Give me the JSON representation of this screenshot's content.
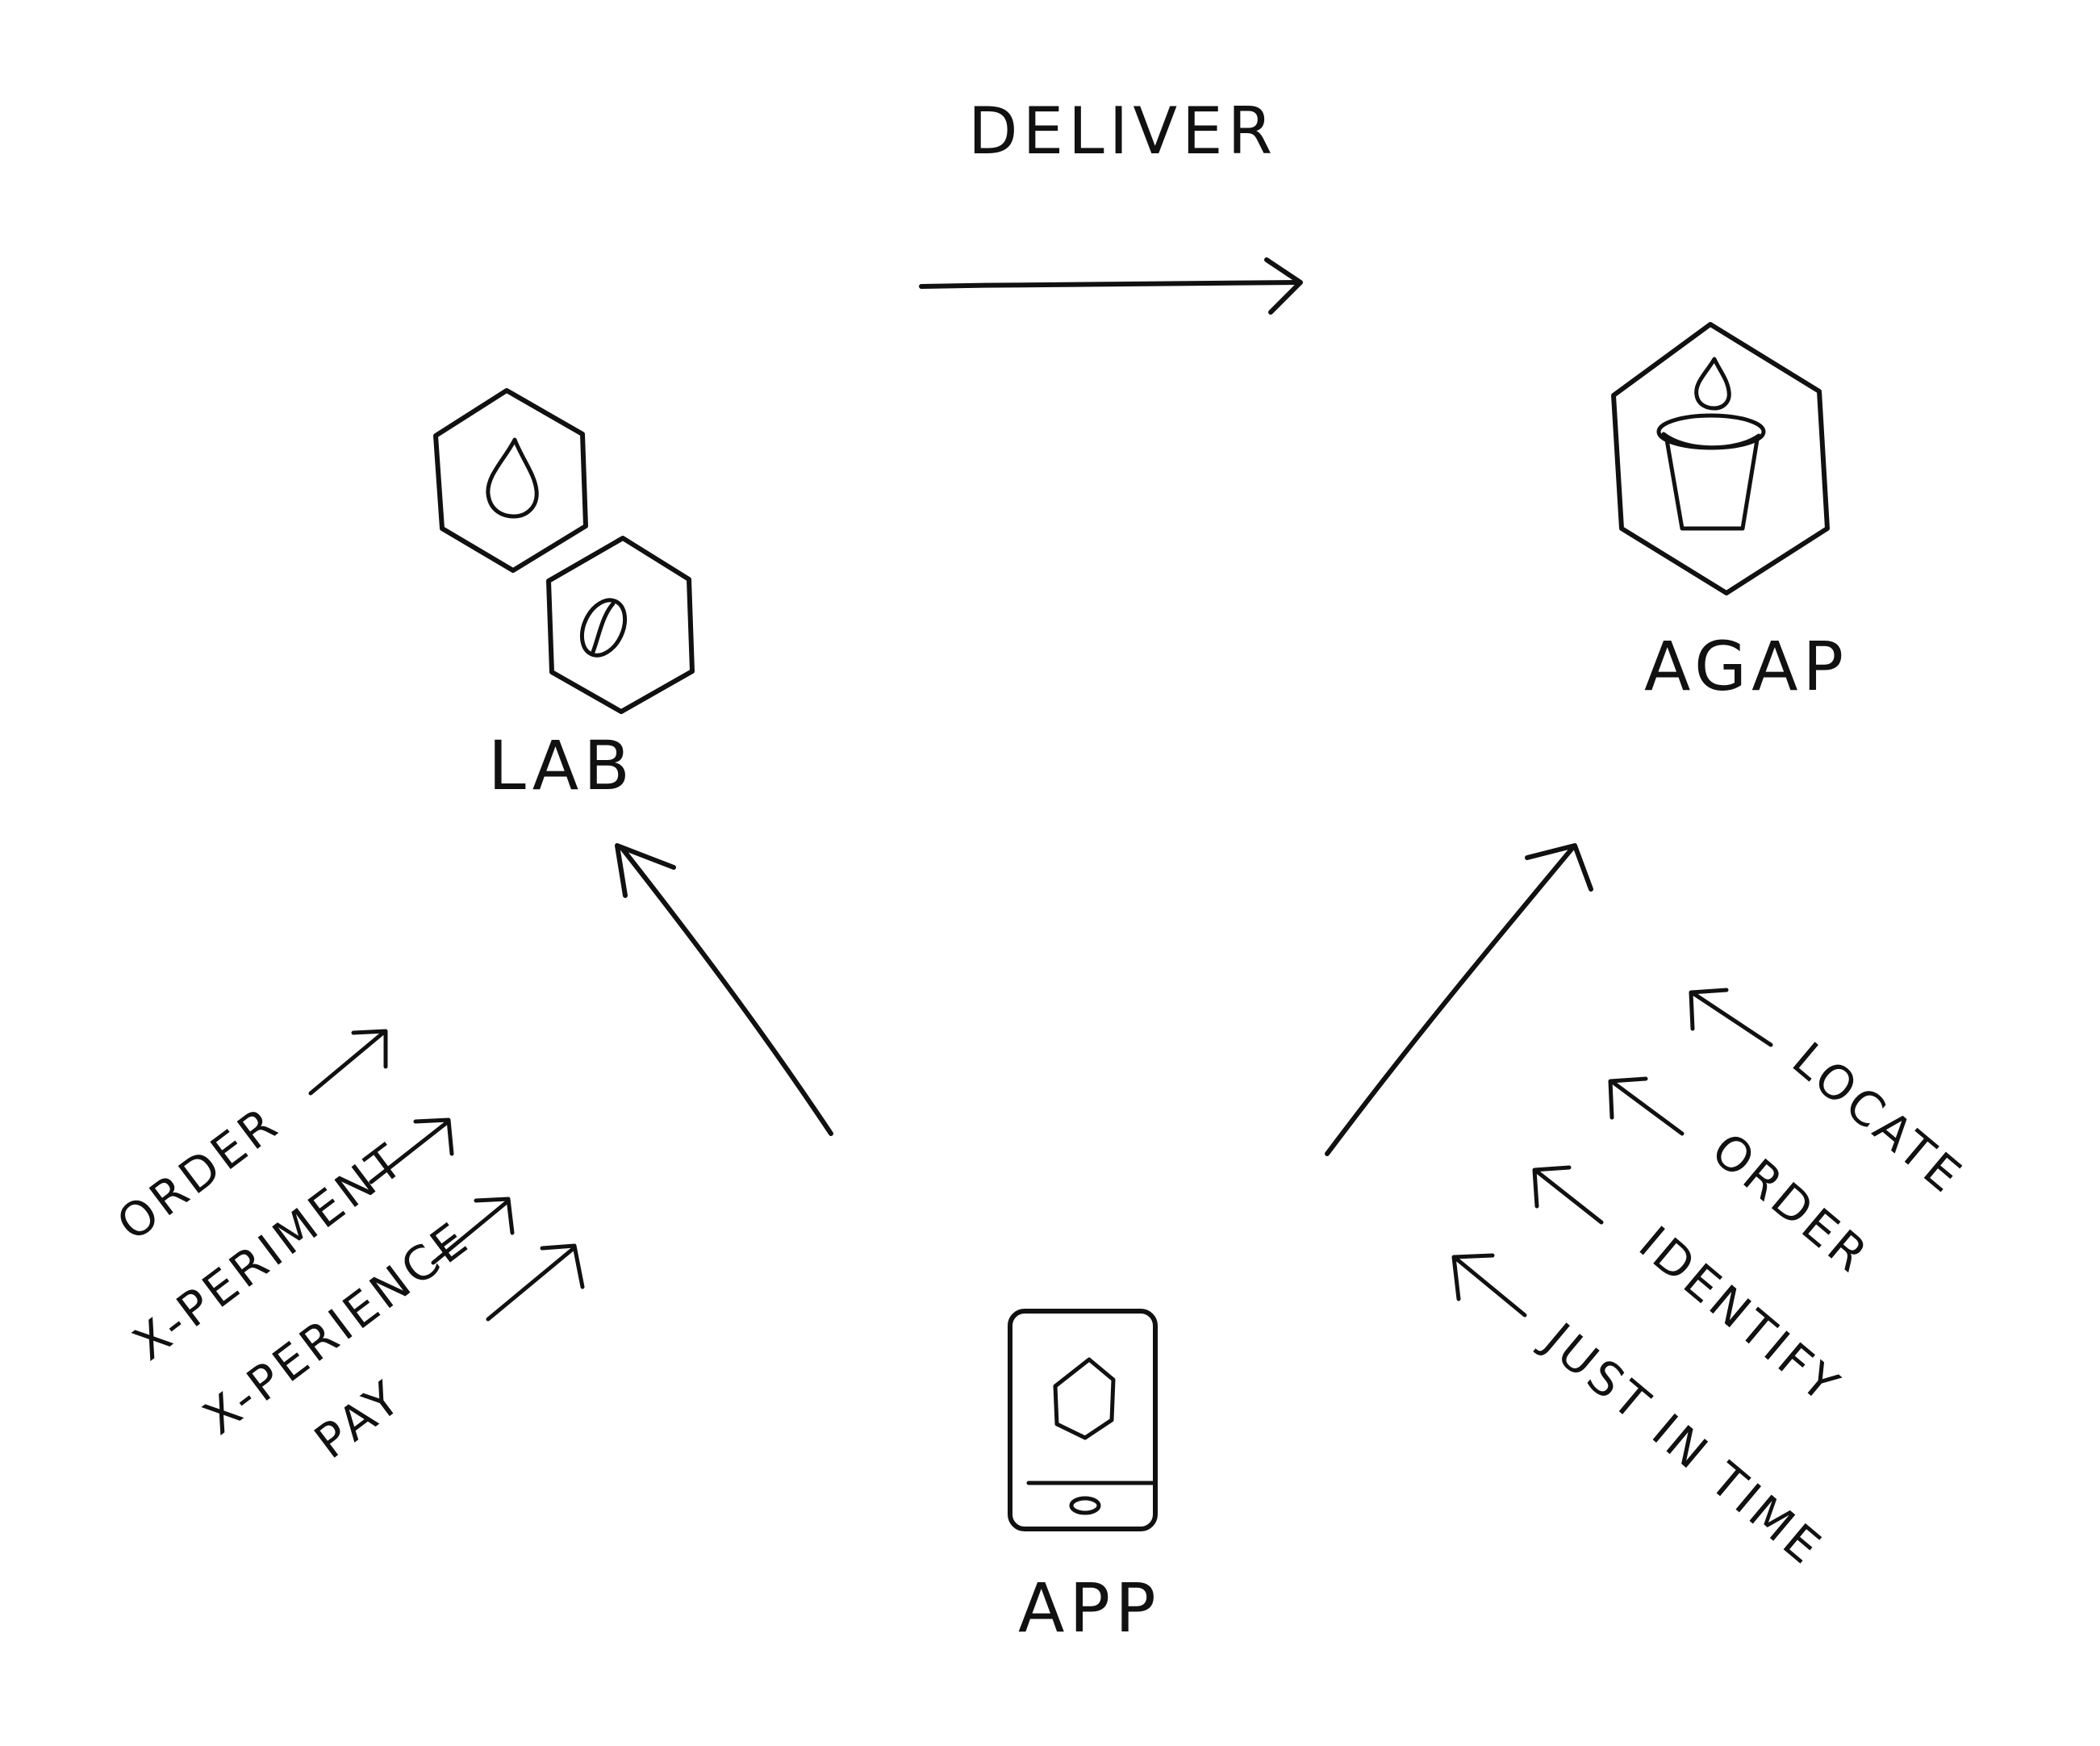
{
  "diagram": {
    "nodes": {
      "lab": {
        "label": "LAB",
        "icons": [
          "droplet-icon",
          "coffee-bean-icon"
        ]
      },
      "agap": {
        "label": "AGAP",
        "icons": [
          "droplet-icon",
          "cup-icon"
        ]
      },
      "app": {
        "label": "APP",
        "icons": [
          "smartphone-icon",
          "hexagon-icon"
        ]
      }
    },
    "edges": {
      "lab_to_agap": {
        "label": "DELIVER"
      }
    },
    "lab_actions": [
      "ORDER",
      "X-PERIMENT",
      "X-PERIENCE",
      "PAY"
    ],
    "agap_actions": [
      "LOCATE",
      "ORDER",
      "IDENTIFY",
      "JUST IN TIME"
    ],
    "colors": {
      "ink": "#111111",
      "background": "#ffffff"
    }
  }
}
